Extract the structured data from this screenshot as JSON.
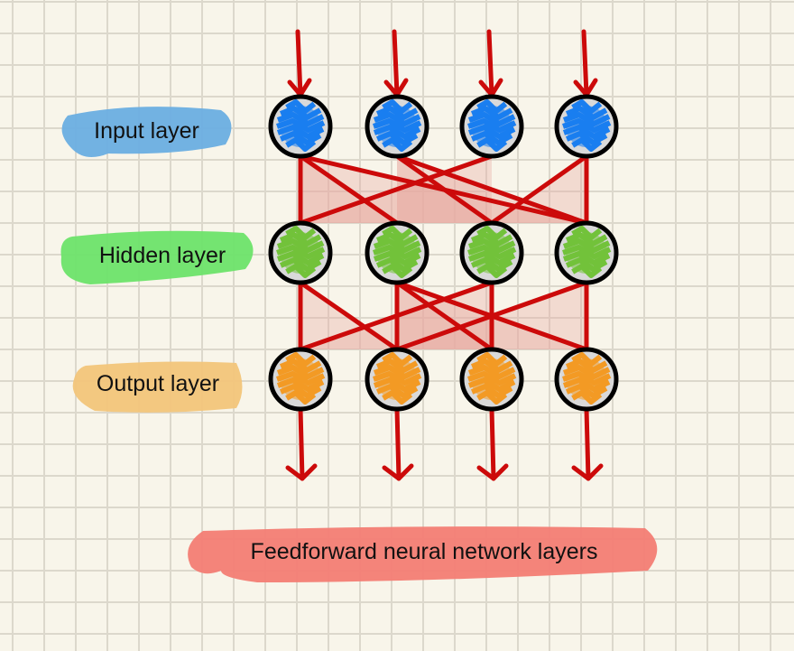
{
  "title": "Feedforward neural network layers",
  "layers": [
    {
      "name": "Input layer",
      "color": "#1a7ef0",
      "highlight": "#6aaee2",
      "nodes": 4
    },
    {
      "name": "Hidden layer",
      "color": "#72c23a",
      "highlight": "#6de36a",
      "nodes": 4
    },
    {
      "name": "Output layer",
      "color": "#f39a24",
      "highlight": "#f2c57a",
      "nodes": 4
    }
  ],
  "connections": [
    {
      "from_layer": 0,
      "to_layer": 1,
      "edges": [
        [
          0,
          1
        ],
        [
          0,
          3
        ],
        [
          1,
          2
        ],
        [
          1,
          3
        ],
        [
          2,
          0
        ],
        [
          3,
          2
        ]
      ]
    },
    {
      "from_layer": 1,
      "to_layer": 2,
      "edges": [
        [
          0,
          0
        ],
        [
          0,
          1
        ],
        [
          1,
          1
        ],
        [
          1,
          2
        ],
        [
          1,
          3
        ],
        [
          2,
          0
        ],
        [
          2,
          2
        ],
        [
          3,
          1
        ]
      ]
    }
  ],
  "title_highlight": "#f37d74",
  "edge_color": "#cc0a0a",
  "node_fill": "#d9d9d9"
}
